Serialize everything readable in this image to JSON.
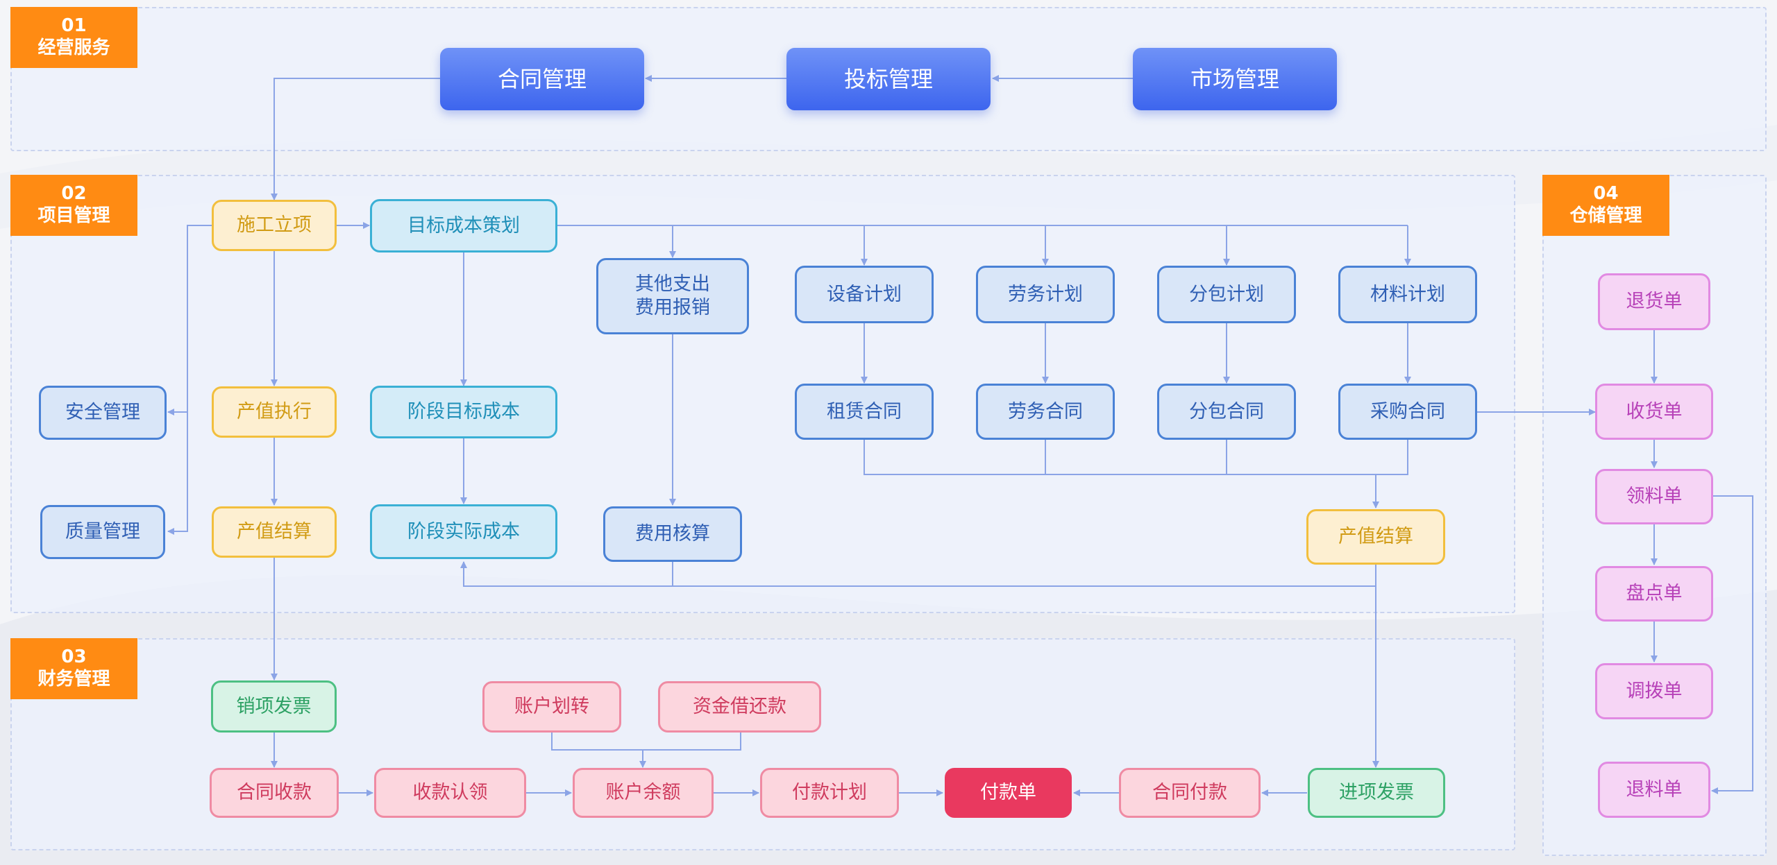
{
  "sections": {
    "s01": {
      "num": "01",
      "name": "经营服务"
    },
    "s02": {
      "num": "02",
      "name": "项目管理"
    },
    "s03": {
      "num": "03",
      "name": "财务管理"
    },
    "s04": {
      "num": "04",
      "name": "仓储管理"
    }
  },
  "nodes": {
    "contract_mgmt": "合同管理",
    "bid_mgmt": "投标管理",
    "market_mgmt": "市场管理",
    "construction_setup": "施工立项",
    "target_cost_plan": "目标成本策划",
    "other_expense": "其他支出\n费用报销",
    "equipment_plan": "设备计划",
    "labor_plan": "劳务计划",
    "subcontract_plan": "分包计划",
    "material_plan": "材料计划",
    "safety_mgmt": "安全管理",
    "output_execution": "产值执行",
    "stage_target_cost": "阶段目标成本",
    "lease_contract": "租赁合同",
    "labor_contract": "劳务合同",
    "subcontract_contract": "分包合同",
    "purchase_contract": "采购合同",
    "quality_mgmt": "质量管理",
    "output_settlement_left": "产值结算",
    "stage_actual_cost": "阶段实际成本",
    "expense_accounting": "费用核算",
    "output_settlement_right": "产值结算",
    "sales_invoice": "销项发票",
    "account_transfer": "账户划转",
    "fund_borrow_repay": "资金借还款",
    "contract_receipt": "合同收款",
    "receipt_claim": "收款认领",
    "account_balance": "账户余额",
    "payment_plan": "付款计划",
    "payment_order": "付款单",
    "contract_payment": "合同付款",
    "purchase_invoice": "进项发票",
    "return_goods": "退货单",
    "receive_goods": "收货单",
    "requisition": "领料单",
    "stocktake": "盘点单",
    "transfer": "调拨单",
    "material_return": "退料单"
  },
  "colors": {
    "accent_orange": "#ff8b13",
    "flow_line": "#8ba4e6",
    "top_blue": "#4a6ff0",
    "payment_red": "#e9395f"
  }
}
